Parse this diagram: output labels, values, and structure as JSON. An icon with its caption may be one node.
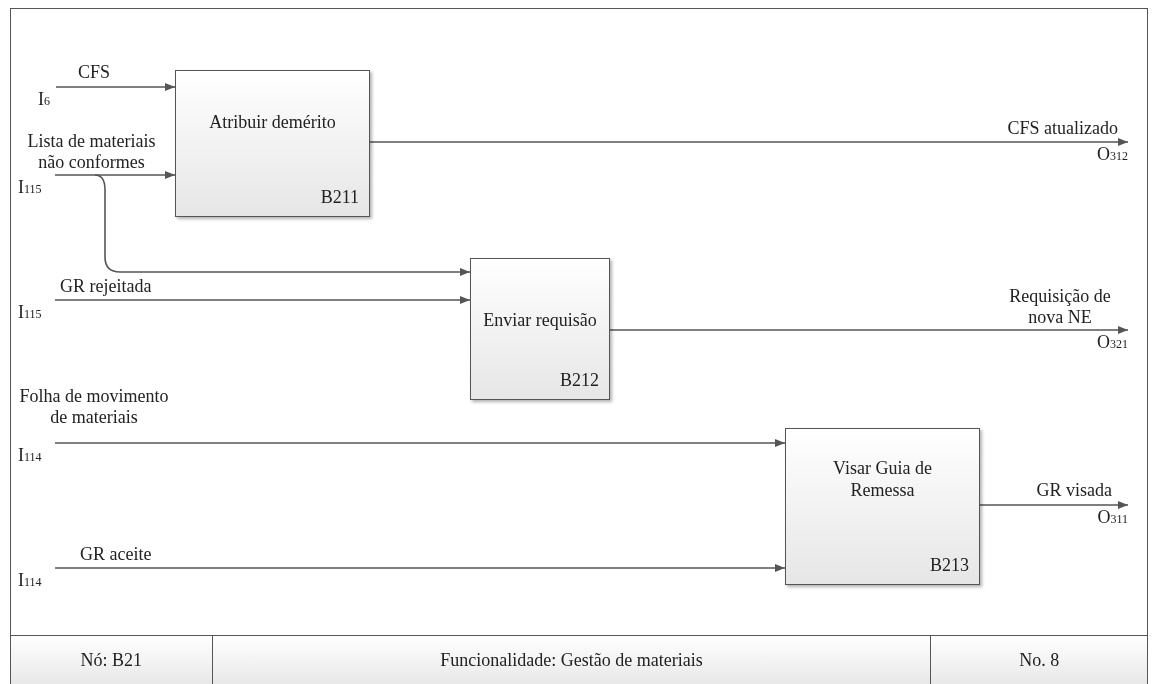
{
  "diagram": {
    "nodes": [
      {
        "text": [
          "Atribuir demérito",
          "B211"
        ]
      },
      {
        "text": [
          "Enviar requisão",
          "B212"
        ]
      },
      {
        "text": [
          "Visar Guia de Remessa",
          "B213"
        ]
      },
      {
        "text": [
          "I$_{6}$"
        ]
      },
      {
        "text": [
          "I$_{115}$"
        ]
      },
      {
        "text": [
          "I$_{115}$"
        ]
      },
      {
        "text": [
          "I$_{114}$"
        ]
      },
      {
        "text": [
          "I$_{114}$"
        ]
      },
      {
        "text": [
          "O$_{312}$"
        ]
      },
      {
        "text": [
          "O$_{321}$"
        ]
      },
      {
        "text": [
          "O$_{311}$"
        ]
      }
    ],
    "edges": [
      {
        "from": 3,
        "to": 0,
        "arrow": "to",
        "label": "CFS"
      },
      {
        "from": 4,
        "to": 0,
        "arrow": "to",
        "label": "Lista de materiais não conformes"
      },
      {
        "from": 4,
        "to": 1,
        "arrow": "to"
      },
      {
        "from": 5,
        "to": 1,
        "arrow": "to",
        "label": "GR rejeitada"
      },
      {
        "from": 0,
        "to": 8,
        "arrow": "to",
        "label": "CFS atualizado"
      },
      {
        "from": 1,
        "to": 9,
        "arrow": "to",
        "label": "Requisição de nova NE"
      },
      {
        "from": 6,
        "to": 2,
        "arrow": "to",
        "label": "Folha de movimento de materiais"
      },
      {
        "from": 7,
        "to": 2,
        "arrow": "to",
        "label": "GR aceite"
      },
      {
        "from": 2,
        "to": 10,
        "arrow": "to",
        "label": "GR visada"
      }
    ],
    "labels": [
      "Nó: B21",
      "Funcionalidade: Gestão de materiais",
      "No. 8"
    ]
  }
}
